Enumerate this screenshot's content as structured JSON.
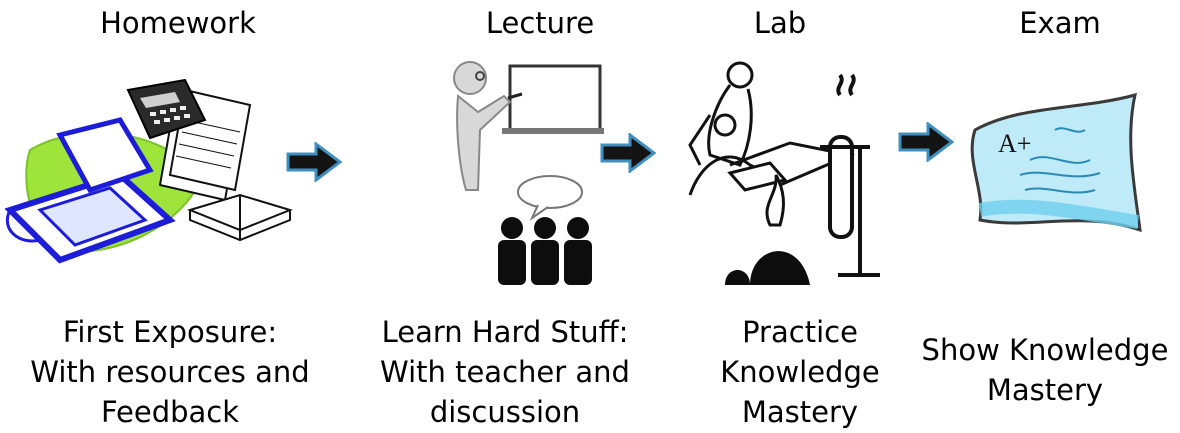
{
  "stages": [
    {
      "title": "Homework",
      "caption": "First Exposure:\nWith resources and\nFeedback"
    },
    {
      "title": "Lecture",
      "caption": "Learn Hard Stuff:\nWith teacher and\ndiscussion"
    },
    {
      "title": "Lab",
      "caption": "Practice\nKnowledge\nMastery"
    },
    {
      "title": "Exam",
      "caption": "Show Knowledge\nMastery"
    }
  ],
  "exam_grade": "A+",
  "colors": {
    "arrow_fill": "#141414",
    "arrow_stroke": "#3f8fbf",
    "scanner_blue": "#1c1cd9",
    "leaf_green": "#9ee43a",
    "paper_blue": "#6fd0ee",
    "figure_gray": "#d8d8d8"
  },
  "icons": [
    "calculator-icon",
    "papers-icon",
    "scanner-icon",
    "open-book-icon",
    "teacher-icon",
    "whiteboard-icon",
    "speech-bubble-icon",
    "audience-icon",
    "students-icon",
    "test-tube-icon",
    "burner-icon",
    "exam-paper-icon",
    "right-arrow-icon"
  ]
}
